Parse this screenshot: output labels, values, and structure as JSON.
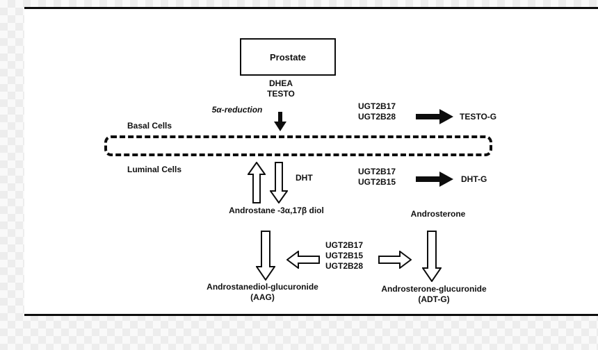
{
  "figure": {
    "prostate": "Prostate",
    "dhea": "DHEA",
    "testo": "TESTO",
    "reduction": "5α-reduction",
    "basal_cells": "Basal Cells",
    "luminal_cells": "Luminal Cells",
    "enzymes_top": [
      "UGT2B17",
      "UGT2B28"
    ],
    "testo_g": "TESTO-G",
    "dht": "DHT",
    "enzymes_mid": [
      "UGT2B17",
      "UGT2B15"
    ],
    "dht_g": "DHT-G",
    "androstane_diol": "Androstane -3α,17β diol",
    "androsterone": "Androsterone",
    "enzymes_bottom": [
      "UGT2B17",
      "UGT2B15",
      "UGT2B28"
    ],
    "aag_line1": "Androstanediol-glucuronide",
    "aag_line2": "(AAG)",
    "adtg_line1": "Androsterone-glucuronide",
    "adtg_line2": "(ADT-G)"
  },
  "colors": {
    "ink": "#111111",
    "panel": "#ffffff"
  }
}
